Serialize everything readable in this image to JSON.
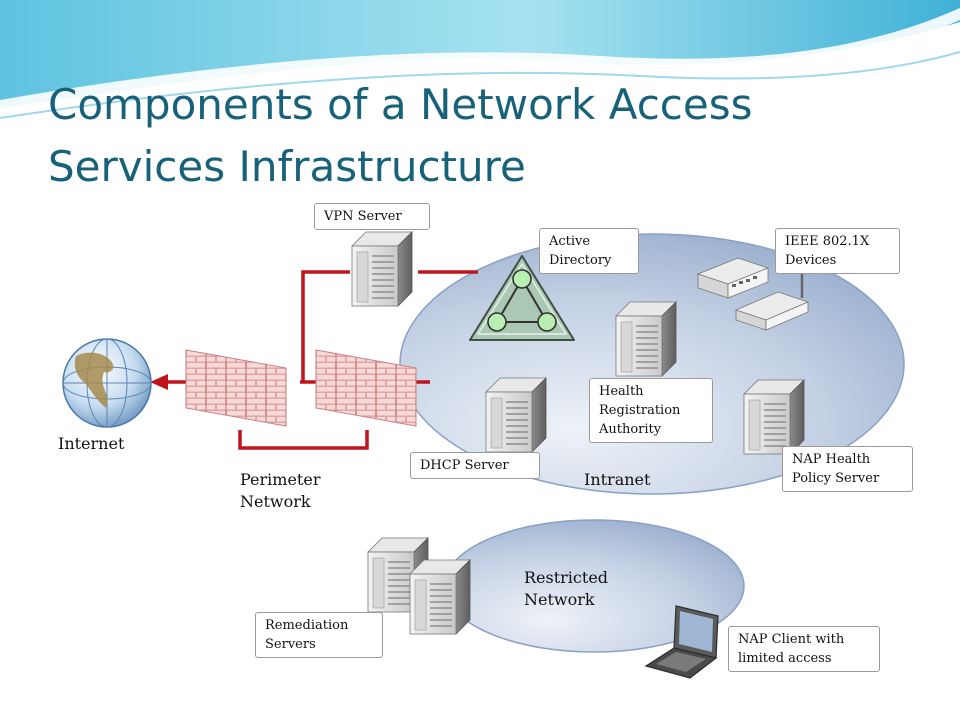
{
  "title": {
    "line1": "Components of a Network Access",
    "line2": "Services Infrastructure"
  },
  "callouts": {
    "vpn_server": [
      "VPN Server"
    ],
    "active_directory": [
      "Active",
      "Directory"
    ],
    "ieee_devices": [
      "IEEE 802.1X",
      "Devices"
    ],
    "hra": [
      "Health",
      "Registration",
      "Authority"
    ],
    "dhcp_server": [
      "DHCP Server"
    ],
    "nap_health_policy": [
      "NAP Health",
      "Policy Server"
    ],
    "remediation": [
      "Remediation",
      "Servers"
    ],
    "nap_client": [
      "NAP Client with",
      "limited access"
    ]
  },
  "labels": {
    "internet": [
      "Internet"
    ],
    "perimeter": [
      "Perimeter",
      "Network"
    ],
    "intranet": [
      "Intranet"
    ],
    "restricted": [
      "Restricted",
      "Network"
    ]
  },
  "icons": [
    "globe-icon",
    "firewall-icon",
    "server-icon",
    "active-directory-icon",
    "switch-icon",
    "wireless-access-point-icon",
    "laptop-icon"
  ],
  "colors": {
    "title": "#17627a",
    "link": "#c0141c",
    "zone": "#a9bcd8",
    "wave": "#7fd3e8"
  }
}
